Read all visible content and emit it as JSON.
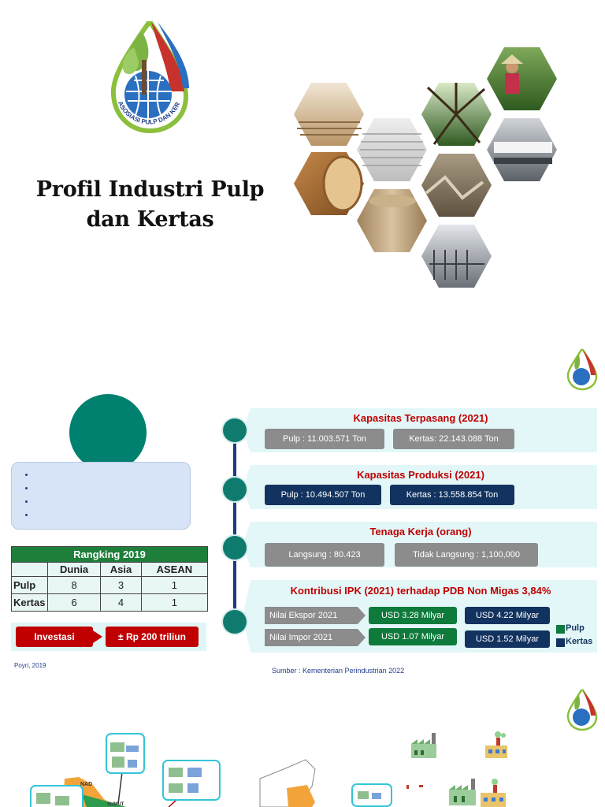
{
  "slide1": {
    "title": "Profil Industri Pulp dan Kertas",
    "logo_text": "ASOSIASI PULP DAN KERTAS INDONESIA"
  },
  "slide2": {
    "bullets": [
      "",
      "",
      "",
      ""
    ],
    "ranking": {
      "title": "Rangking 2019",
      "columns": [
        "",
        "Dunia",
        "Asia",
        "ASEAN"
      ],
      "rows": [
        {
          "label": "Pulp",
          "values": [
            "8",
            "3",
            "1"
          ]
        },
        {
          "label": "Kertas",
          "values": [
            "6",
            "4",
            "1"
          ]
        }
      ]
    },
    "investasi": {
      "label": "Investasi",
      "value": "± Rp 200 triliun"
    },
    "source_left": "Poyri, 2019",
    "source_right": "Sumber : Kementerian Perindustrian 2022",
    "kapasitas_terpasang": {
      "title": "Kapasitas Terpasang (2021)",
      "pulp": "Pulp : 11.003.571 Ton",
      "kertas": "Kertas: 22.143.088 Ton"
    },
    "kapasitas_produksi": {
      "title": "Kapasitas Produksi (2021)",
      "pulp": "Pulp : 10.494.507 Ton",
      "kertas": "Kertas :  13.558.854 Ton"
    },
    "tenaga_kerja": {
      "title": "Tenaga Kerja (orang)",
      "langsung": "Langsung : 80.423",
      "tidak_langsung": "Tidak Langsung : 1,100,000"
    },
    "kontribusi": {
      "title": "Kontribusi IPK (2021) terhadap PDB Non Migas 3,84%",
      "ekspor_label": "Nilai Ekspor 2021",
      "ekspor_pulp": "USD 3.28 Milyar",
      "ekspor_kertas": "USD 4.22 Milyar",
      "impor_label": "Nilai Impor 2021",
      "impor_pulp": "USD 1.07 Milyar",
      "impor_kertas": "USD 1.52 Milyar",
      "legend_pulp": "Pulp",
      "legend_kertas": "Kertas"
    }
  },
  "slide3": {
    "map_labels": [
      "NAD",
      "SUMUT"
    ]
  },
  "colors": {
    "teal": "#00806f",
    "navy": "#12335f",
    "green": "#0e7a3b",
    "red": "#c00000",
    "grey": "#8c8c8c",
    "panel": "#e3f7f8"
  }
}
